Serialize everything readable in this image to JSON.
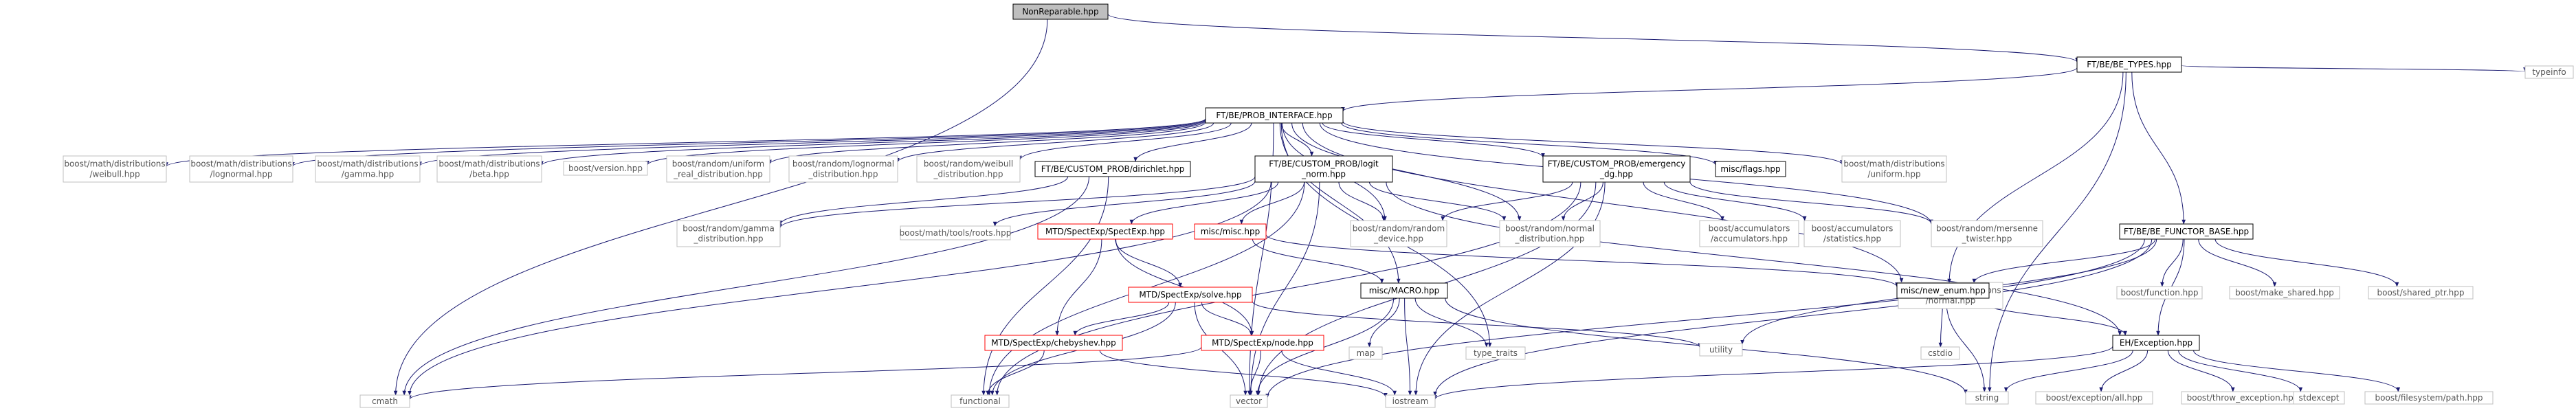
{
  "colors": {
    "edge": "#191970",
    "node_fill": "#ffffff",
    "root_fill": "#bfbfbf",
    "border_black": "#000000",
    "border_red": "#ff0000",
    "border_grey": "#bfbfbf",
    "text": "#000000"
  },
  "nodes": [
    {
      "id": "nonrep",
      "lines": [
        "NonReparable.hpp"
      ],
      "style": "root"
    },
    {
      "id": "types",
      "lines": [
        "FT/BE/BE_TYPES.hpp"
      ],
      "style": "black"
    },
    {
      "id": "typeinfo",
      "lines": [
        "typeinfo"
      ],
      "style": "grey"
    },
    {
      "id": "probint",
      "lines": [
        "FT/BE/PROB_INTERFACE.hpp"
      ],
      "style": "black"
    },
    {
      "id": "weibull",
      "lines": [
        "boost/math/distributions",
        "/weibull.hpp"
      ],
      "style": "grey"
    },
    {
      "id": "lognormal",
      "lines": [
        "boost/math/distributions",
        "/lognormal.hpp"
      ],
      "style": "grey"
    },
    {
      "id": "gamma",
      "lines": [
        "boost/math/distributions",
        "/gamma.hpp"
      ],
      "style": "grey"
    },
    {
      "id": "beta",
      "lines": [
        "boost/math/distributions",
        "/beta.hpp"
      ],
      "style": "grey"
    },
    {
      "id": "version",
      "lines": [
        "boost/version.hpp"
      ],
      "style": "grey"
    },
    {
      "id": "runi",
      "lines": [
        "boost/random/uniform",
        "_real_distribution.hpp"
      ],
      "style": "grey"
    },
    {
      "id": "rlog",
      "lines": [
        "boost/random/lognormal",
        "_distribution.hpp"
      ],
      "style": "grey"
    },
    {
      "id": "rwei",
      "lines": [
        "boost/random/weibull",
        "_distribution.hpp"
      ],
      "style": "grey"
    },
    {
      "id": "dirichlet",
      "lines": [
        "FT/BE/CUSTOM_PROB/dirichlet.hpp"
      ],
      "style": "black"
    },
    {
      "id": "logit",
      "lines": [
        "FT/BE/CUSTOM_PROB/logit",
        "_norm.hpp"
      ],
      "style": "black"
    },
    {
      "id": "emerg",
      "lines": [
        "FT/BE/CUSTOM_PROB/emergency",
        "_dg.hpp"
      ],
      "style": "black"
    },
    {
      "id": "flags",
      "lines": [
        "misc/flags.hpp"
      ],
      "style": "black"
    },
    {
      "id": "muni",
      "lines": [
        "boost/math/distributions",
        "/uniform.hpp"
      ],
      "style": "grey"
    },
    {
      "id": "rgamma",
      "lines": [
        "boost/random/gamma",
        "_distribution.hpp"
      ],
      "style": "grey"
    },
    {
      "id": "roots",
      "lines": [
        "boost/math/tools/roots.hpp"
      ],
      "style": "grey"
    },
    {
      "id": "spectexp",
      "lines": [
        "MTD/SpectExp/SpectExp.hpp"
      ],
      "style": "red"
    },
    {
      "id": "miscmisc",
      "lines": [
        "misc/misc.hpp"
      ],
      "style": "red"
    },
    {
      "id": "rdev",
      "lines": [
        "boost/random/random",
        "_device.hpp"
      ],
      "style": "grey"
    },
    {
      "id": "rnorm",
      "lines": [
        "boost/random/normal",
        "_distribution.hpp"
      ],
      "style": "grey"
    },
    {
      "id": "accs",
      "lines": [
        "boost/accumulators",
        "/accumulators.hpp"
      ],
      "style": "grey"
    },
    {
      "id": "stats",
      "lines": [
        "boost/accumulators",
        "/statistics.hpp"
      ],
      "style": "grey"
    },
    {
      "id": "mersenne",
      "lines": [
        "boost/random/mersenne",
        "_twister.hpp"
      ],
      "style": "grey"
    },
    {
      "id": "functor",
      "lines": [
        "FT/BE/BE_FUNCTOR_BASE.hpp"
      ],
      "style": "black"
    },
    {
      "id": "solve",
      "lines": [
        "MTD/SpectExp/solve.hpp"
      ],
      "style": "red"
    },
    {
      "id": "macro",
      "lines": [
        "misc/MACRO.hpp"
      ],
      "style": "black"
    },
    {
      "id": "mnorm",
      "lines": [
        "boost/math/distributions",
        "/normal.hpp"
      ],
      "style": "grey"
    },
    {
      "id": "newenum",
      "lines": [
        "misc/new_enum.hpp"
      ],
      "style": "black"
    },
    {
      "id": "bfunc",
      "lines": [
        "boost/function.hpp"
      ],
      "style": "grey"
    },
    {
      "id": "mkshared",
      "lines": [
        "boost/make_shared.hpp"
      ],
      "style": "grey"
    },
    {
      "id": "shptr",
      "lines": [
        "boost/shared_ptr.hpp"
      ],
      "style": "grey"
    },
    {
      "id": "cheb",
      "lines": [
        "MTD/SpectExp/chebyshev.hpp"
      ],
      "style": "red"
    },
    {
      "id": "node",
      "lines": [
        "MTD/SpectExp/node.hpp"
      ],
      "style": "red"
    },
    {
      "id": "map",
      "lines": [
        "map"
      ],
      "style": "grey"
    },
    {
      "id": "typetraits",
      "lines": [
        "type_traits"
      ],
      "style": "grey"
    },
    {
      "id": "utility",
      "lines": [
        "utility"
      ],
      "style": "grey"
    },
    {
      "id": "cstdio",
      "lines": [
        "cstdio"
      ],
      "style": "grey"
    },
    {
      "id": "exception",
      "lines": [
        "EH/Exception.hpp"
      ],
      "style": "black"
    },
    {
      "id": "cmath",
      "lines": [
        "cmath"
      ],
      "style": "grey"
    },
    {
      "id": "functional",
      "lines": [
        "functional"
      ],
      "style": "grey"
    },
    {
      "id": "vector",
      "lines": [
        "vector"
      ],
      "style": "grey"
    },
    {
      "id": "iostream",
      "lines": [
        "iostream"
      ],
      "style": "grey"
    },
    {
      "id": "string",
      "lines": [
        "string"
      ],
      "style": "grey"
    },
    {
      "id": "bexcall",
      "lines": [
        "boost/exception/all.hpp"
      ],
      "style": "grey"
    },
    {
      "id": "throwex",
      "lines": [
        "boost/throw_exception.hpp"
      ],
      "style": "grey"
    },
    {
      "id": "stdexcept",
      "lines": [
        "stdexcept"
      ],
      "style": "grey"
    },
    {
      "id": "fspath",
      "lines": [
        "boost/filesystem/path.hpp"
      ],
      "style": "grey"
    }
  ],
  "edges": [
    [
      "nonrep",
      "types"
    ],
    [
      "nonrep",
      "cmath"
    ],
    [
      "types",
      "typeinfo"
    ],
    [
      "types",
      "probint"
    ],
    [
      "types",
      "functor"
    ],
    [
      "types",
      "newenum"
    ],
    [
      "types",
      "string"
    ],
    [
      "probint",
      "weibull"
    ],
    [
      "probint",
      "lognormal"
    ],
    [
      "probint",
      "gamma"
    ],
    [
      "probint",
      "beta"
    ],
    [
      "probint",
      "version"
    ],
    [
      "probint",
      "runi"
    ],
    [
      "probint",
      "rlog"
    ],
    [
      "probint",
      "rwei"
    ],
    [
      "probint",
      "dirichlet"
    ],
    [
      "probint",
      "logit"
    ],
    [
      "probint",
      "emerg"
    ],
    [
      "probint",
      "flags"
    ],
    [
      "probint",
      "muni"
    ],
    [
      "probint",
      "rdev"
    ],
    [
      "probint",
      "rnorm"
    ],
    [
      "probint",
      "mersenne"
    ],
    [
      "probint",
      "mnorm"
    ],
    [
      "probint",
      "macro"
    ],
    [
      "probint",
      "typetraits"
    ],
    [
      "probint",
      "vector"
    ],
    [
      "dirichlet",
      "rgamma"
    ],
    [
      "dirichlet",
      "functional"
    ],
    [
      "dirichlet",
      "cmath"
    ],
    [
      "logit",
      "rgamma"
    ],
    [
      "logit",
      "roots"
    ],
    [
      "logit",
      "spectexp"
    ],
    [
      "logit",
      "miscmisc"
    ],
    [
      "logit",
      "rdev"
    ],
    [
      "logit",
      "rnorm"
    ],
    [
      "logit",
      "cmath"
    ],
    [
      "logit",
      "exception"
    ],
    [
      "logit",
      "functional"
    ],
    [
      "logit",
      "vector"
    ],
    [
      "emerg",
      "rdev"
    ],
    [
      "emerg",
      "rnorm"
    ],
    [
      "emerg",
      "accs"
    ],
    [
      "emerg",
      "stats"
    ],
    [
      "emerg",
      "mersenne"
    ],
    [
      "emerg",
      "vector"
    ],
    [
      "emerg",
      "functional"
    ],
    [
      "emerg",
      "iostream"
    ],
    [
      "spectexp",
      "solve"
    ],
    [
      "spectexp",
      "cheb"
    ],
    [
      "spectexp",
      "node"
    ],
    [
      "miscmisc",
      "macro"
    ],
    [
      "miscmisc",
      "newenum"
    ],
    [
      "solve",
      "cheb"
    ],
    [
      "solve",
      "node"
    ],
    [
      "solve",
      "functional"
    ],
    [
      "solve",
      "vector"
    ],
    [
      "solve",
      "utility"
    ],
    [
      "macro",
      "map"
    ],
    [
      "macro",
      "typetraits"
    ],
    [
      "macro",
      "vector"
    ],
    [
      "macro",
      "iostream"
    ],
    [
      "macro",
      "string"
    ],
    [
      "cheb",
      "functional"
    ],
    [
      "cheb",
      "iostream"
    ],
    [
      "node",
      "cmath"
    ],
    [
      "node",
      "vector"
    ],
    [
      "node",
      "iostream"
    ],
    [
      "functor",
      "bfunc"
    ],
    [
      "functor",
      "mkshared"
    ],
    [
      "functor",
      "shptr"
    ],
    [
      "functor",
      "exception"
    ],
    [
      "functor",
      "newenum"
    ],
    [
      "functor",
      "utility"
    ],
    [
      "functor",
      "iostream"
    ],
    [
      "functor",
      "vector"
    ],
    [
      "newenum",
      "exception"
    ],
    [
      "newenum",
      "string"
    ],
    [
      "newenum",
      "cstdio"
    ],
    [
      "exception",
      "bexcall"
    ],
    [
      "exception",
      "throwex"
    ],
    [
      "exception",
      "stdexcept"
    ],
    [
      "exception",
      "fspath"
    ],
    [
      "exception",
      "string"
    ],
    [
      "exception",
      "iostream"
    ]
  ]
}
